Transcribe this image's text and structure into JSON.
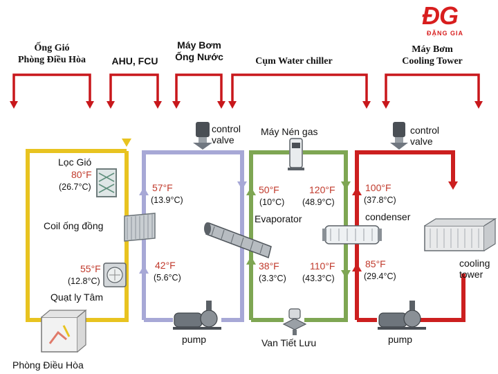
{
  "logo": {
    "mark": "ĐG",
    "text": "ĐẶNG GIA"
  },
  "sections": {
    "ong_gio": {
      "line1": "Ống Gió",
      "line2": "Phòng Điều Hòa"
    },
    "ahu": {
      "label": "AHU, FCU"
    },
    "may_bom_nuoc": {
      "line1": "Máy Bơm",
      "line2": "Ống Nước"
    },
    "chiller": {
      "label": "Cụm Water chiller"
    },
    "may_bom_cooling": {
      "line1": "Máy Bơm",
      "line2": "Cooling Tower"
    }
  },
  "components": {
    "loc_gio": "Lọc Gió",
    "coil": "Coil ống đồng",
    "quat": "Quạt ly Tâm",
    "phong": "Phòng Điều Hòa",
    "control_valve_1": {
      "line1": "control",
      "line2": "valve"
    },
    "control_valve_2": {
      "line1": "control",
      "line2": "valve"
    },
    "may_nen": "Máy Nén gas",
    "evaporator": "Evaporator",
    "condenser": "condenser",
    "cooling_tower": {
      "line1": "cooling",
      "line2": "tower"
    },
    "pump_1": "pump",
    "pump_2": "pump",
    "van": "Van Tiết Lưu"
  },
  "temperatures": {
    "t80": {
      "f": "80°F",
      "c": "(26.7°C)"
    },
    "t55": {
      "f": "55°F",
      "c": "(12.8°C)"
    },
    "t57": {
      "f": "57°F",
      "c": "(13.9°C)"
    },
    "t42": {
      "f": "42°F",
      "c": "(5.6°C)"
    },
    "t50": {
      "f": "50°F",
      "c": "(10°C)"
    },
    "t38": {
      "f": "38°F",
      "c": "(3.3°C)"
    },
    "t120": {
      "f": "120°F",
      "c": "(48.9°C)"
    },
    "t110": {
      "f": "110°F",
      "c": "(43.3°C)"
    },
    "t100": {
      "f": "100°F",
      "c": "(37.8°C)"
    },
    "t85": {
      "f": "85°F",
      "c": "(29.4°C)"
    }
  },
  "colors": {
    "air_loop": "#e8c320",
    "chilled_water_loop": "#a7a8d6",
    "refrigerant_loop": "#7ea653",
    "condenser_loop": "#cc1f1f",
    "bracket": "#c8171b",
    "temp_f": "#c0392b"
  }
}
